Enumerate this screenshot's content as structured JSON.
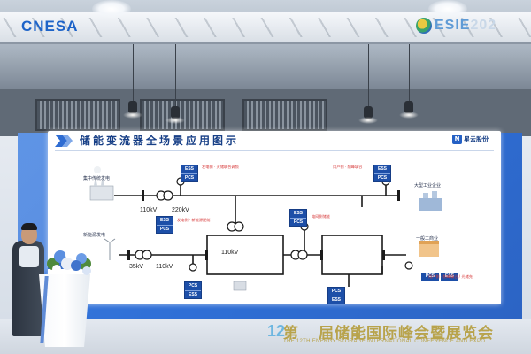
{
  "venue": {
    "organizer_logo": "CNESA",
    "expo_logo": "ESIE",
    "expo_logo_year": "202",
    "banner_prefix": "第",
    "banner_number": "12",
    "banner_text": "届储能国际峰会暨展览会",
    "banner_subtext": "THE 12TH ENERGY STORAGE INTERNATIONAL CONFERENCE AND EXPO"
  },
  "slide": {
    "title": "储能变流器全场景应用图示",
    "brand": "星云股份",
    "labels": {
      "traditional_gen": "集中传统发电",
      "new_energy_gen": "新能源发电",
      "industrial_park": "大型工业企业",
      "commercial": "一般工商业",
      "grid_side": "电网侧储能",
      "user_side": "用户侧 · 削峰填谷",
      "gen_side_a": "发电侧 · 火储联合调频",
      "gen_side_b": "发电侧 · 新能源配储",
      "user_side_b": "用户侧 · 削峰填谷 / 光储充"
    },
    "voltages": {
      "v110_a": "110kV",
      "v220": "220kV",
      "v110_b": "110kV",
      "v35": "35kV",
      "v110_c": "110kV"
    },
    "ess": "ESS",
    "pcs": "PCS"
  },
  "colors": {
    "screen_blue": "#2f6fd6",
    "slide_navy": "#173f86",
    "ess_blue": "#1d4fa8",
    "banner_gold": "#b8a34b"
  }
}
